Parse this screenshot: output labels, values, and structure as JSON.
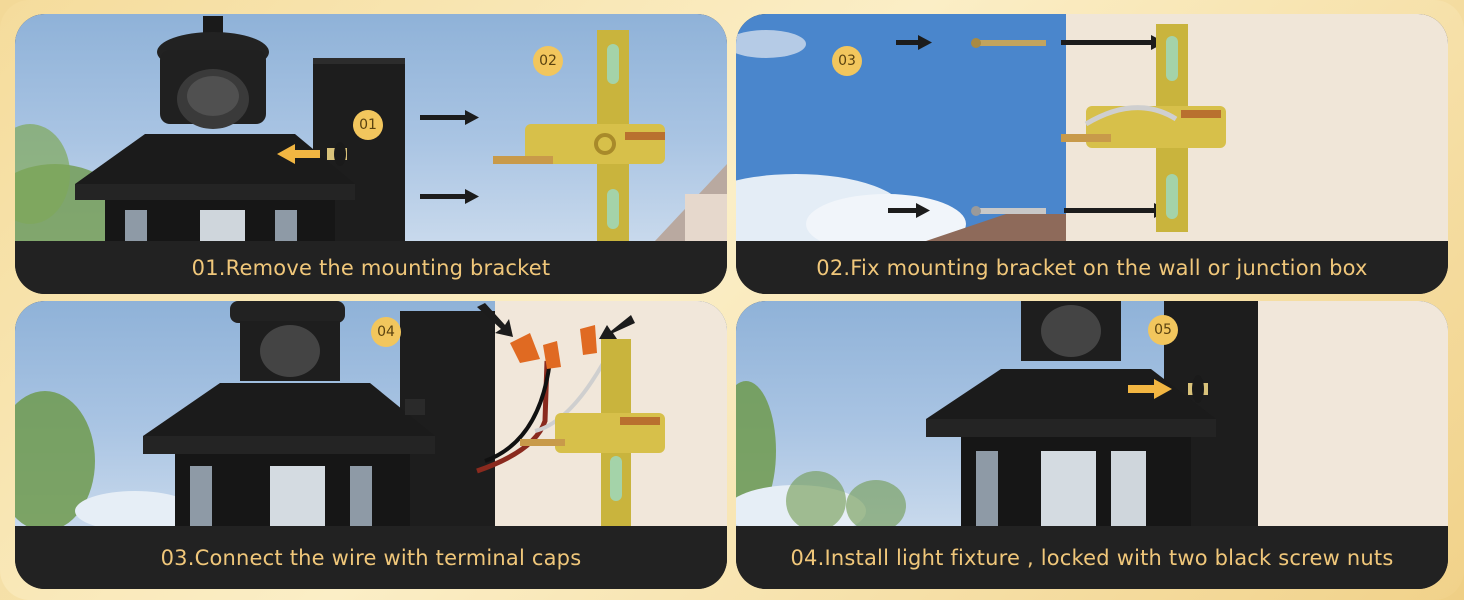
{
  "panels": [
    {
      "step": "01",
      "caption": "01.Remove the mounting bracket",
      "badge2": "02"
    },
    {
      "step": "03",
      "caption": "02.Fix mounting bracket on the wall or junction box"
    },
    {
      "step": "04",
      "caption": "03.Connect the wire with terminal caps"
    },
    {
      "step": "05",
      "caption": "04.Install light fixture , locked with two black screw nuts"
    }
  ],
  "colors": {
    "caption_text": "#f0c77a",
    "badge": "#f2c65d",
    "caption_bg": "#222222",
    "arrow": "#f2b642"
  }
}
